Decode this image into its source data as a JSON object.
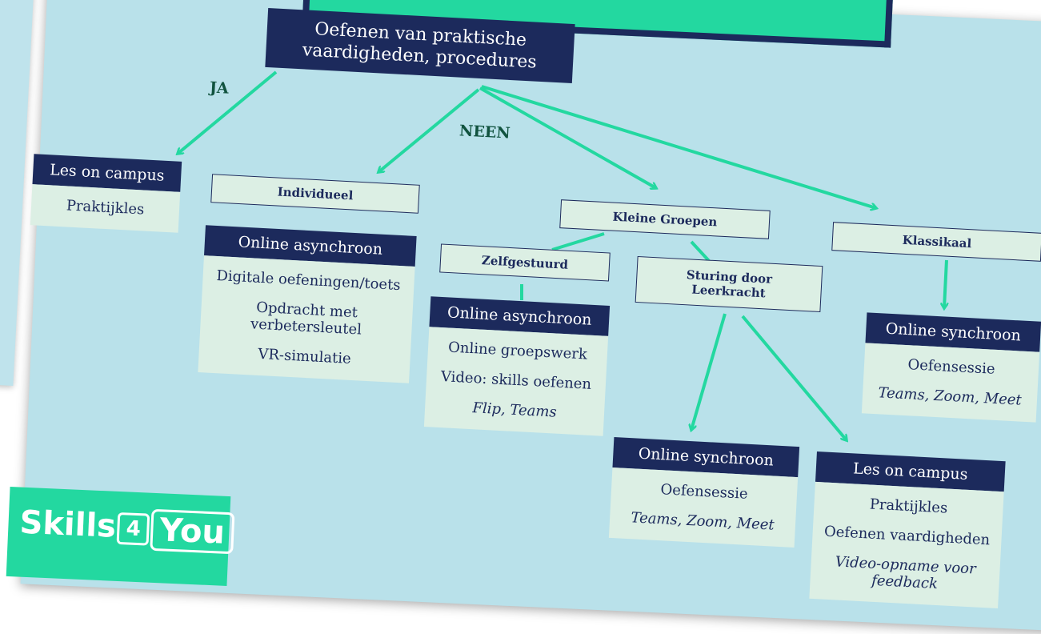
{
  "top": "Oefenen van praktische vaardigheden, procedures",
  "labels": {
    "yes": "JA",
    "no": "NEEN"
  },
  "campus1": {
    "header": "Les on campus",
    "items": [
      "Praktijkles"
    ]
  },
  "individueel": "Individueel",
  "async1": {
    "header": "Online asynchroon",
    "items": [
      "Digitale oefeningen/toets",
      "Opdracht met verbetersleutel",
      "VR-simulatie"
    ]
  },
  "kleine_groepen": "Kleine Groepen",
  "zelfgestuurd": "Zelfgestuurd",
  "sturing": "Sturing door Leerkracht",
  "async2": {
    "header": "Online asynchroon",
    "items": [
      "Online groepswerk",
      "Video: skills oefenen"
    ],
    "tools": "Flip, Teams"
  },
  "klassikaal": "Klassikaal",
  "sync_klas": {
    "header": "Online synchroon",
    "items": [
      "Oefensessie"
    ],
    "tools": "Teams, Zoom, Meet"
  },
  "sync_lk": {
    "header": "Online synchroon",
    "items": [
      "Oefensessie"
    ],
    "tools": "Teams, Zoom, Meet"
  },
  "campus2": {
    "header": "Les on campus",
    "items": [
      "Praktijkles",
      "Oefenen vaardigheden"
    ],
    "tools": "Video-opname voor feedback"
  },
  "logo": {
    "part1": "Skills",
    "part2": "4",
    "part3": "You"
  },
  "colors": {
    "navy": "#1c2a5c",
    "green": "#23d8a0",
    "background": "#b9e1ea",
    "box": "#dcefe4"
  }
}
